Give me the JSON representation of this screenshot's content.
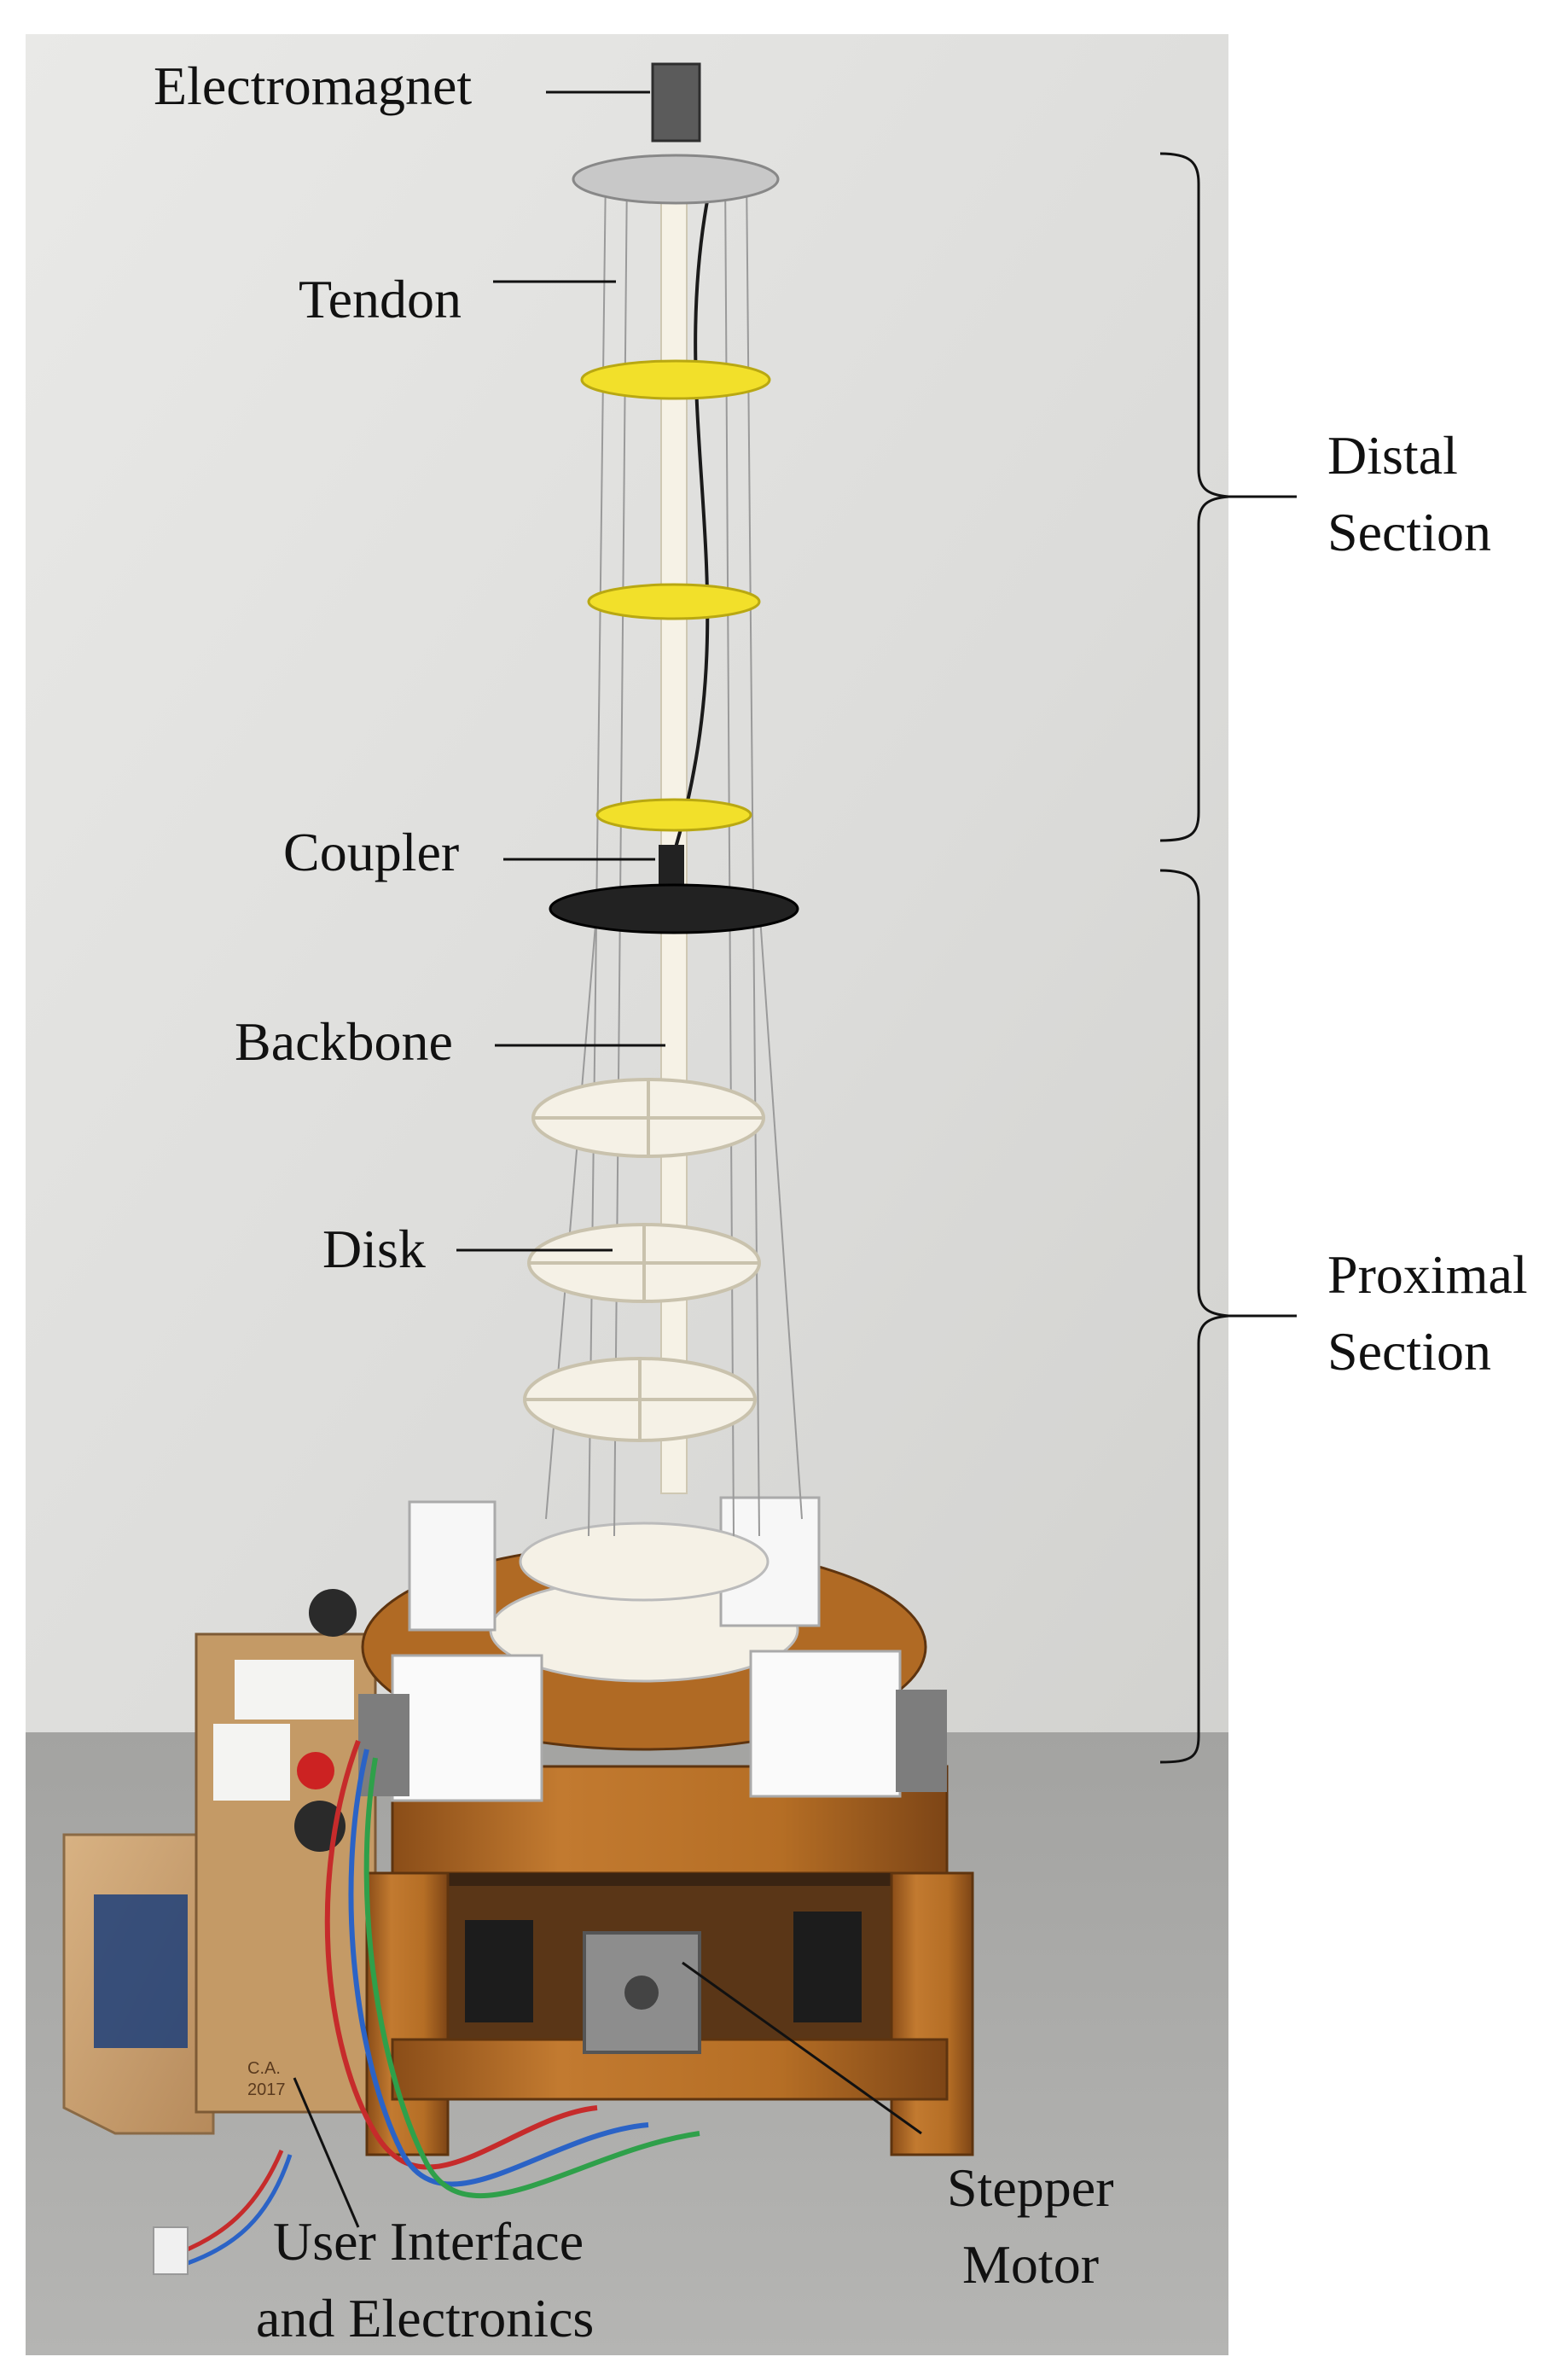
{
  "labels": {
    "electromagnet": "Electromagnet",
    "tendon": "Tendon",
    "coupler": "Coupler",
    "backbone": "Backbone",
    "disk": "Disk",
    "distal_line1": "Distal",
    "distal_line2": "Section",
    "proximal_line1": "Proximal",
    "proximal_line2": "Section",
    "ui_line1": "User Interface",
    "ui_line2": "and Electronics",
    "stepper_line1": "Stepper",
    "stepper_line2": "Motor"
  },
  "photo_mark": {
    "box_line1": "C.A.",
    "box_line2": "2017"
  },
  "colors": {
    "wall": "#dcdcda",
    "table": "#a9a9a7",
    "wood": "#b8702a",
    "wood_dark": "#7a4416",
    "white_plastic": "#f2efe6",
    "yellow_disk": "#f2e02a",
    "black_disk": "#222222",
    "wire_red": "#c62b2b",
    "wire_blue": "#2b63c6",
    "wire_green": "#2fa04a"
  }
}
